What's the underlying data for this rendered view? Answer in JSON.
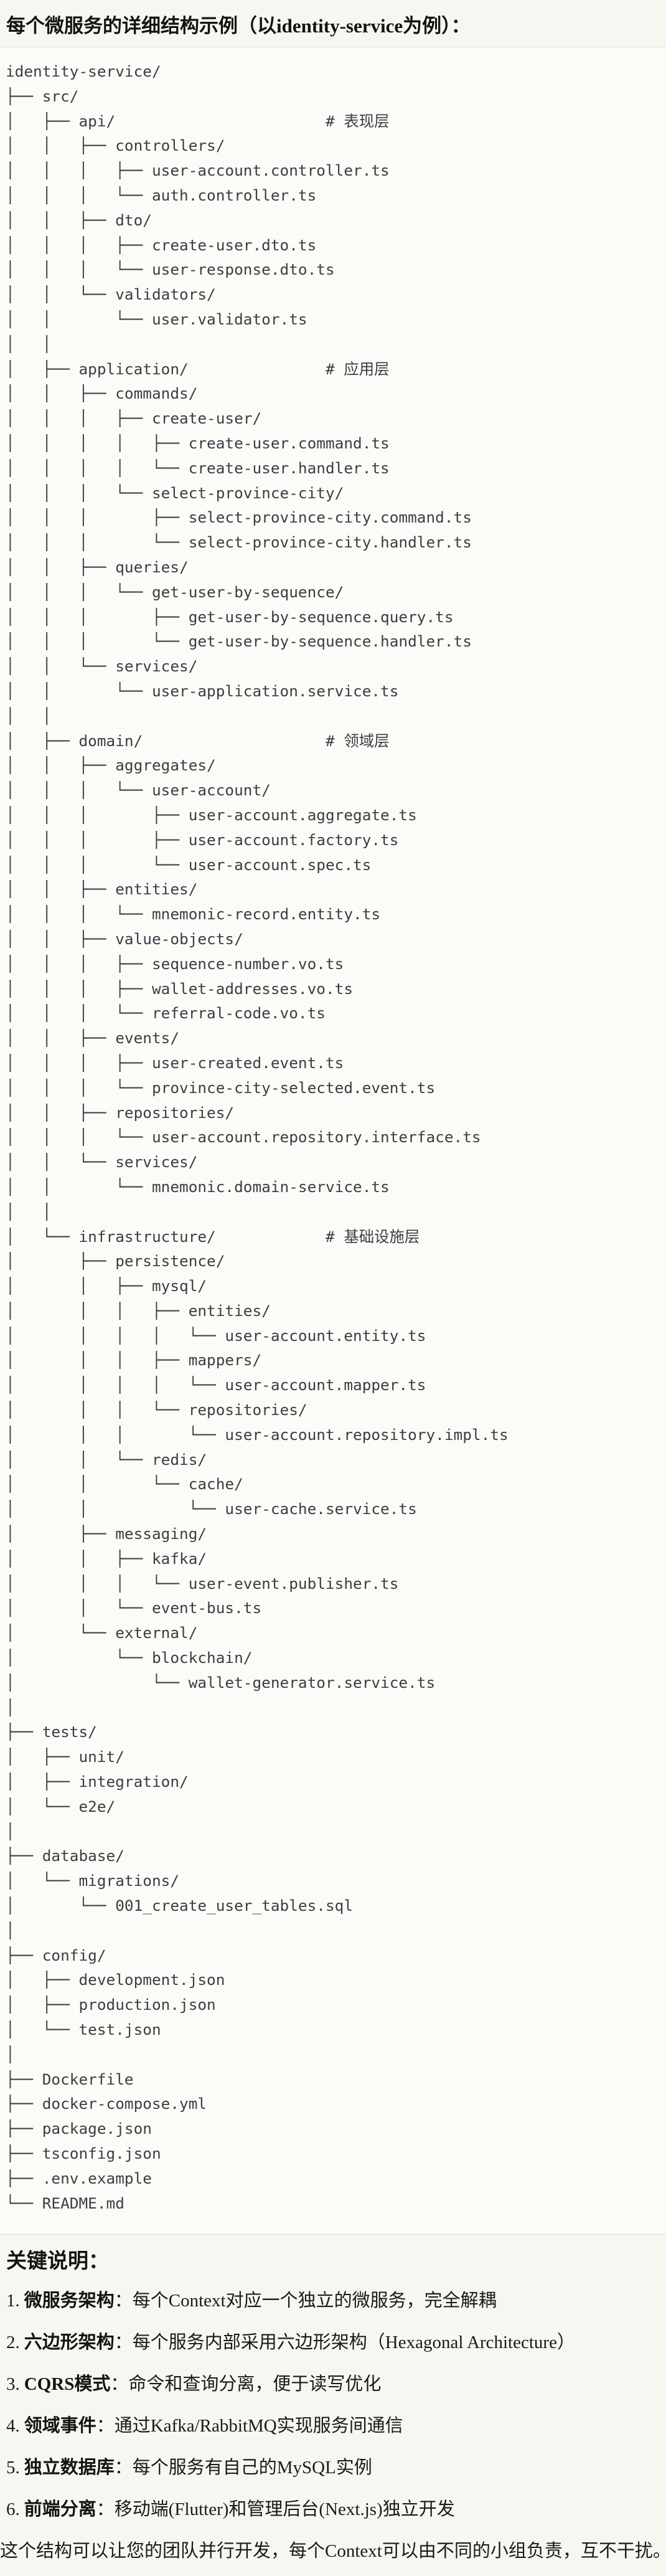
{
  "page": {
    "title": "每个微服务的详细结构示例（以identity-service为例）："
  },
  "tree": {
    "text": "identity-service/\n├── src/\n│   ├── api/                       # 表现层\n│   │   ├── controllers/\n│   │   │   ├── user-account.controller.ts\n│   │   │   └── auth.controller.ts\n│   │   ├── dto/\n│   │   │   ├── create-user.dto.ts\n│   │   │   └── user-response.dto.ts\n│   │   └── validators/\n│   │       └── user.validator.ts\n│   │\n│   ├── application/               # 应用层\n│   │   ├── commands/\n│   │   │   ├── create-user/\n│   │   │   │   ├── create-user.command.ts\n│   │   │   │   └── create-user.handler.ts\n│   │   │   └── select-province-city/\n│   │   │       ├── select-province-city.command.ts\n│   │   │       └── select-province-city.handler.ts\n│   │   ├── queries/\n│   │   │   └── get-user-by-sequence/\n│   │   │       ├── get-user-by-sequence.query.ts\n│   │   │       └── get-user-by-sequence.handler.ts\n│   │   └── services/\n│   │       └── user-application.service.ts\n│   │\n│   ├── domain/                    # 领域层\n│   │   ├── aggregates/\n│   │   │   └── user-account/\n│   │   │       ├── user-account.aggregate.ts\n│   │   │       ├── user-account.factory.ts\n│   │   │       └── user-account.spec.ts\n│   │   ├── entities/\n│   │   │   └── mnemonic-record.entity.ts\n│   │   ├── value-objects/\n│   │   │   ├── sequence-number.vo.ts\n│   │   │   ├── wallet-addresses.vo.ts\n│   │   │   └── referral-code.vo.ts\n│   │   ├── events/\n│   │   │   ├── user-created.event.ts\n│   │   │   └── province-city-selected.event.ts\n│   │   ├── repositories/\n│   │   │   └── user-account.repository.interface.ts\n│   │   └── services/\n│   │       └── mnemonic.domain-service.ts\n│   │\n│   └── infrastructure/            # 基础设施层\n│       ├── persistence/\n│       │   ├── mysql/\n│       │   │   ├── entities/\n│       │   │   │   └── user-account.entity.ts\n│       │   │   ├── mappers/\n│       │   │   │   └── user-account.mapper.ts\n│       │   │   └── repositories/\n│       │   │       └── user-account.repository.impl.ts\n│       │   └── redis/\n│       │       └── cache/\n│       │           └── user-cache.service.ts\n│       ├── messaging/\n│       │   ├── kafka/\n│       │   │   └── user-event.publisher.ts\n│       │   └── event-bus.ts\n│       └── external/\n│           └── blockchain/\n│               └── wallet-generator.service.ts\n│\n├── tests/\n│   ├── unit/\n│   ├── integration/\n│   └── e2e/\n│\n├── database/\n│   └── migrations/\n│       └── 001_create_user_tables.sql\n│\n├── config/\n│   ├── development.json\n│   ├── production.json\n│   └── test.json\n│\n├── Dockerfile\n├── docker-compose.yml\n├── package.json\n├── tsconfig.json\n├── .env.example\n└── README.md"
  },
  "notes": {
    "heading": "关键说明：",
    "items": [
      {
        "num": "1.",
        "term": "微服务架构",
        "desc": "：每个Context对应一个独立的微服务，完全解耦"
      },
      {
        "num": "2.",
        "term": "六边形架构",
        "desc": "：每个服务内部采用六边形架构（Hexagonal Architecture）"
      },
      {
        "num": "3.",
        "term": "CQRS模式",
        "desc": "：命令和查询分离，便于读写优化"
      },
      {
        "num": "4.",
        "term": "领域事件",
        "desc": "：通过Kafka/RabbitMQ实现服务间通信"
      },
      {
        "num": "5.",
        "term": "独立数据库",
        "desc": "：每个服务有自己的MySQL实例"
      },
      {
        "num": "6.",
        "term": "前端分离",
        "desc": "：移动端(Flutter)和管理后台(Next.js)独立开发"
      }
    ],
    "footer": "这个结构可以让您的团队并行开发，每个Context可以由不同的小组负责，互不干扰。"
  }
}
